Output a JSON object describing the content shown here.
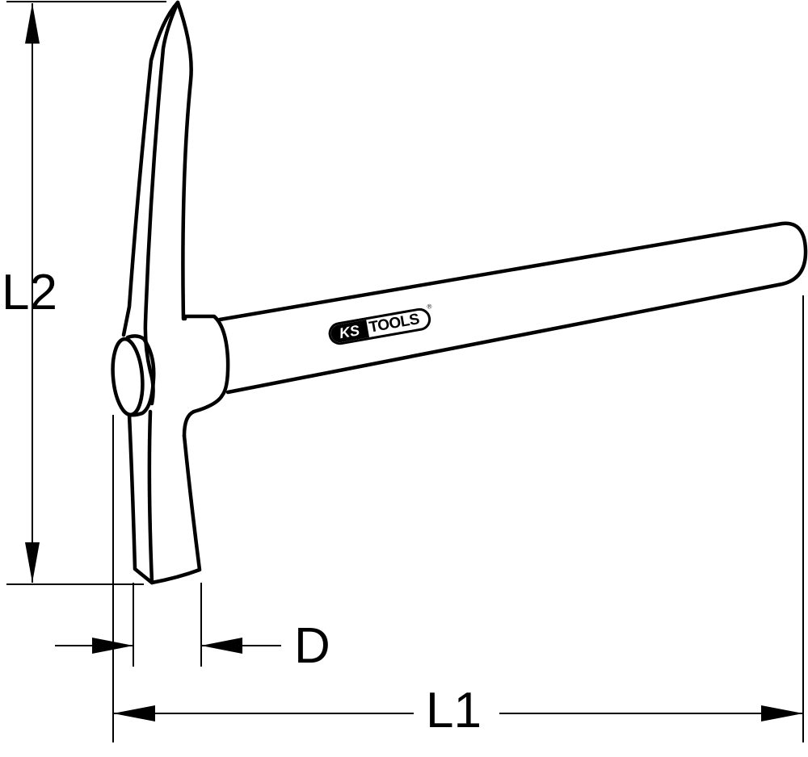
{
  "diagram": {
    "subject": "pick hammer technical drawing",
    "stroke_color": "#000000",
    "background_color": "#ffffff"
  },
  "dimensions": {
    "L2": {
      "label": "L2",
      "orientation": "vertical"
    },
    "L1": {
      "label": "L1",
      "orientation": "horizontal"
    },
    "D": {
      "label": "D",
      "orientation": "horizontal"
    }
  },
  "brand_logo": {
    "left_text": "KS",
    "right_text": "TOOLS",
    "registered_mark": "®"
  }
}
